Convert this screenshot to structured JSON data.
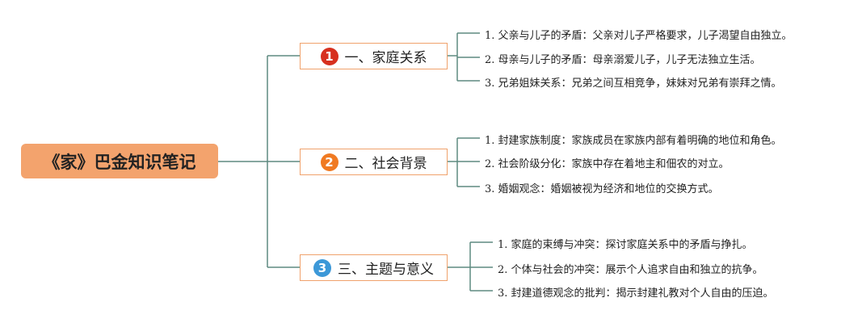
{
  "root": {
    "title": "《家》巴金知识笔记"
  },
  "colors": {
    "connector": "#5e8a80",
    "root_fill": "#f3a36d",
    "branch_border": "#f0a26c",
    "badge_1": "#d7301f",
    "badge_2": "#f07a22",
    "badge_3": "#3c98d8"
  },
  "branches": [
    {
      "badge": "1",
      "label": "一、家庭关系",
      "items": [
        "1. 父亲与儿子的矛盾：父亲对儿子严格要求，儿子渴望自由独立。",
        "2. 母亲与儿子的矛盾：母亲溺爱儿子，儿子无法独立生活。",
        "3. 兄弟姐妹关系：兄弟之间互相竞争，妹妹对兄弟有崇拜之情。"
      ]
    },
    {
      "badge": "2",
      "label": "二、社会背景",
      "items": [
        "1. 封建家族制度：家族成员在家族内部有着明确的地位和角色。",
        "2. 社会阶级分化：家族中存在着地主和佃农的对立。",
        "3. 婚姻观念：婚姻被视为经济和地位的交换方式。"
      ]
    },
    {
      "badge": "3",
      "label": "三、主题与意义",
      "items": [
        "1. 家庭的束缚与冲突：探讨家庭关系中的矛盾与挣扎。",
        "2. 个体与社会的冲突：展示个人追求自由和独立的抗争。",
        "3. 封建道德观念的批判：揭示封建礼教对个人自由的压迫。"
      ]
    }
  ]
}
